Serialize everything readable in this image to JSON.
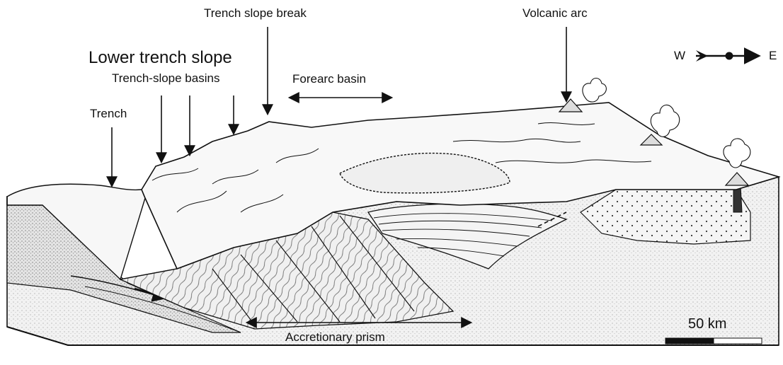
{
  "labels": {
    "trench_slope_break": "Trench slope break",
    "volcanic_arc": "Volcanic arc",
    "lower_trench_slope": "Lower trench slope",
    "trench_slope_basins": "Trench-slope basins",
    "forearc_basin": "Forearc basin",
    "trench": "Trench",
    "accretionary_prism": "Accretionary prism",
    "west": "W",
    "east": "E"
  },
  "scale_bar": {
    "label": "50 km"
  },
  "colors": {
    "ink": "#111111",
    "stipple": "#e6e6e6",
    "background": "#ffffff"
  }
}
